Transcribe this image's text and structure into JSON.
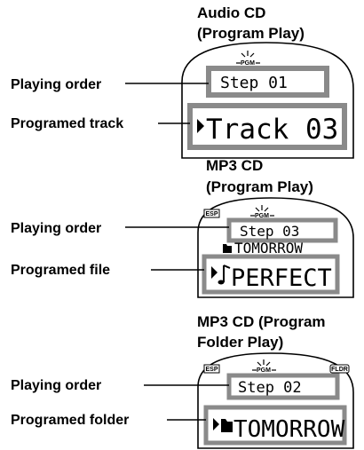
{
  "sections": [
    {
      "title_lines": [
        "Audio CD",
        "(Program Play)"
      ],
      "labels": {
        "order": "Playing order",
        "item": "Programed track"
      },
      "indicators": {
        "pgm": "PGM"
      },
      "display": {
        "step": "Step 01",
        "main": "Track  03"
      }
    },
    {
      "title_lines": [
        "MP3 CD",
        "(Program Play)"
      ],
      "labels": {
        "order": "Playing order",
        "item": "Programed file"
      },
      "indicators": {
        "esp": "ESP",
        "pgm": "PGM"
      },
      "display": {
        "step": "Step 03",
        "folder": "TOMORROW",
        "main": "PERFECT"
      }
    },
    {
      "title_lines": [
        "MP3 CD (Program",
        "Folder Play)"
      ],
      "labels": {
        "order": "Playing order",
        "item": "Programed folder"
      },
      "indicators": {
        "esp": "ESP",
        "pgm": "PGM",
        "fldr": "FLDR"
      },
      "display": {
        "step": "Step 02",
        "main": "TOMORROW"
      }
    }
  ]
}
